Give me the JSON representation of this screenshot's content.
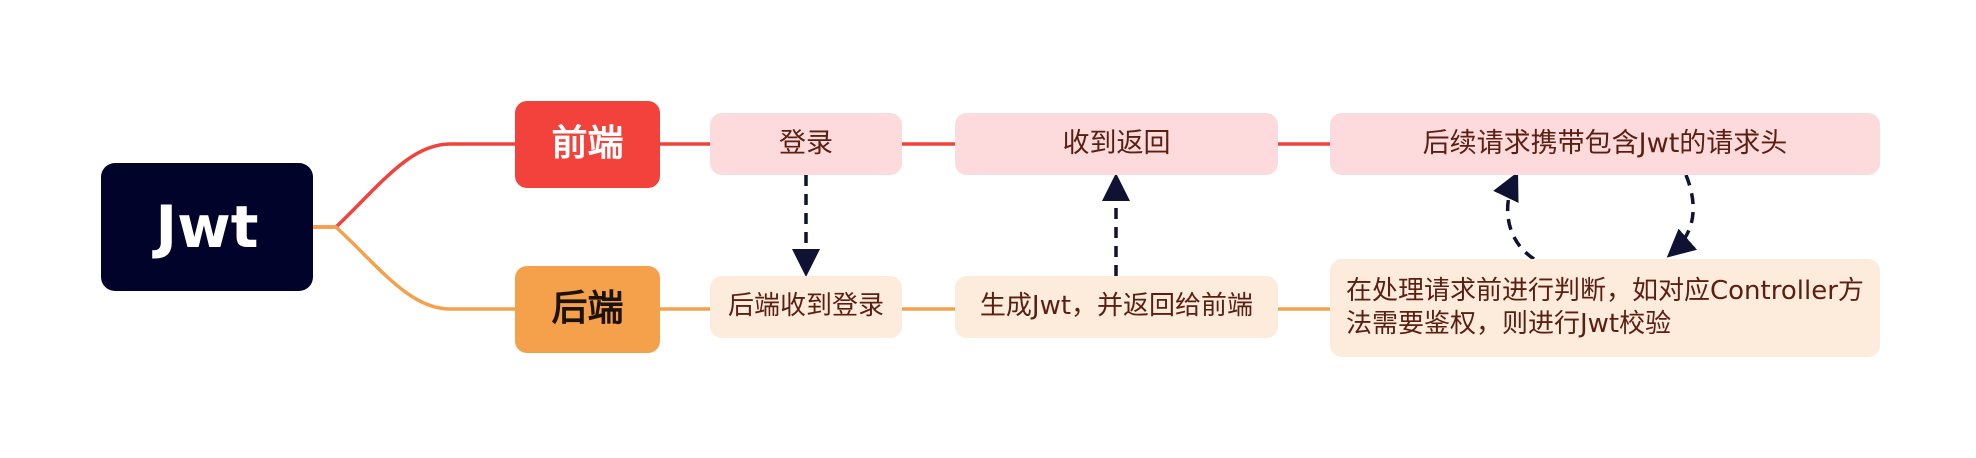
{
  "root": {
    "label": "Jwt"
  },
  "branches": {
    "frontend": {
      "label": "前端",
      "nodes": [
        "登录",
        "收到返回",
        "后续请求携带包含Jwt的请求头"
      ]
    },
    "backend": {
      "label": "后端",
      "nodes": [
        "后端收到登录",
        "生成Jwt，并返回给前端",
        "在处理请求前进行判断，如对应Controller方法需要鉴权，则进行Jwt校验"
      ]
    }
  },
  "colors": {
    "root": "#02032b",
    "frontend": "#f2423b",
    "frontend_node": "#fddadb",
    "backend": "#f5a14c",
    "backend_node": "#fdebdb",
    "node_text": "#5a1f10",
    "dashed_arrow": "#0f1232"
  }
}
